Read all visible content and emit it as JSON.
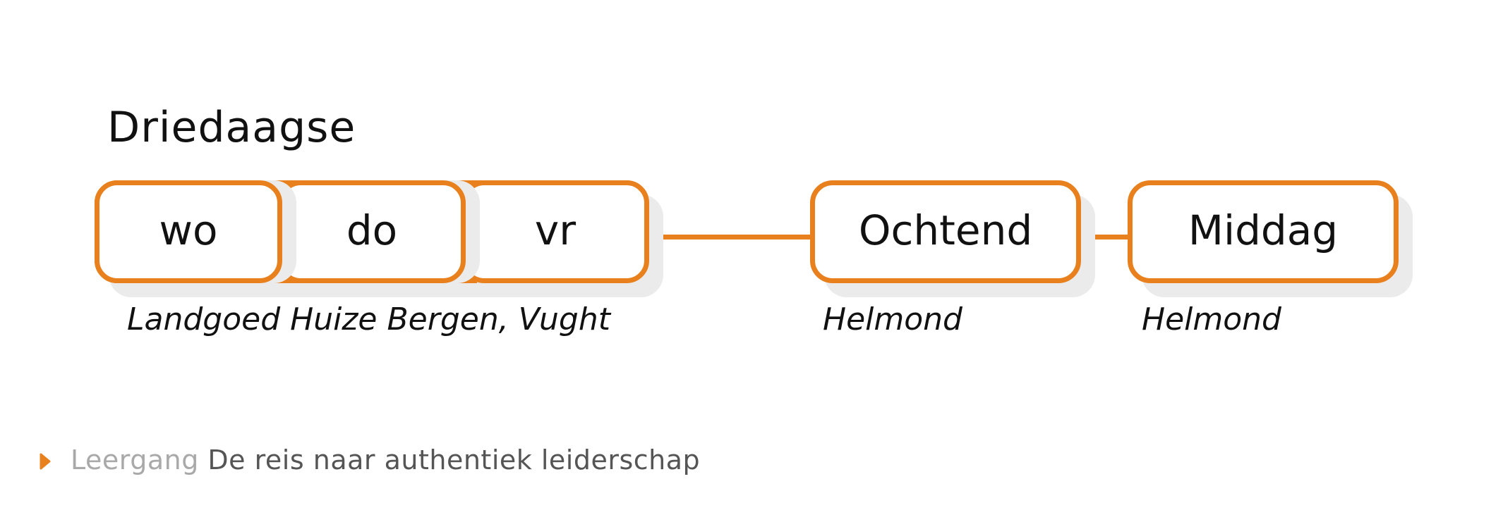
{
  "heading": "Driedaagse",
  "days": [
    "wo",
    "do",
    "vr"
  ],
  "sessions": [
    {
      "label": "Ochtend",
      "location": "Helmond"
    },
    {
      "label": "Middag",
      "location": "Helmond"
    }
  ],
  "days_location": "Landgoed Huize Bergen, Vught",
  "footer": {
    "prefix": "Leergang",
    "title": "De reis naar authentiek leiderschap"
  },
  "colors": {
    "accent": "#e8801e",
    "shadow": "#ebebeb",
    "muted": "#a9a9a9",
    "footer_text": "#555555"
  }
}
